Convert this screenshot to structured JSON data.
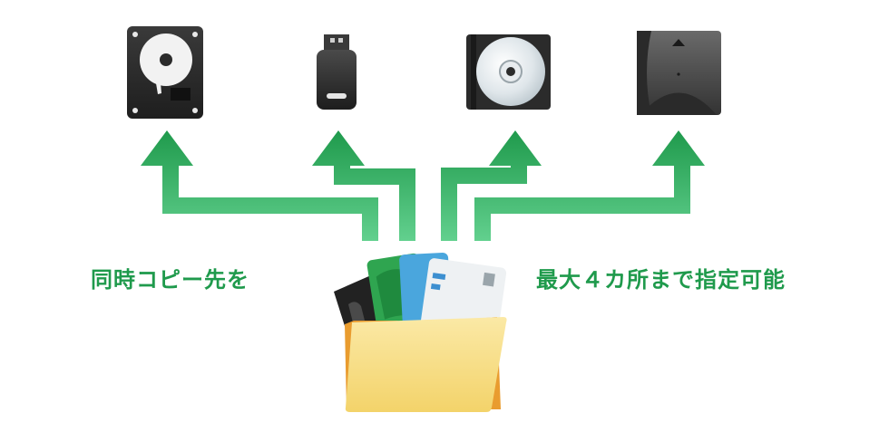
{
  "labels": {
    "left": "同時コピー先を",
    "right": "最大４カ所まで指定可能"
  },
  "destinations": [
    {
      "name": "hard-disk",
      "icon": "hard-drive-icon"
    },
    {
      "name": "usb-flash",
      "icon": "usb-drive-icon"
    },
    {
      "name": "optical-disc",
      "icon": "cd-disc-icon"
    },
    {
      "name": "tape-cartridge",
      "icon": "cartridge-icon"
    }
  ],
  "source": {
    "icon": "folder-icon"
  },
  "colors": {
    "label": "#1f9a4c",
    "arrow_top": "#1f9a4c",
    "arrow_bottom": "#5fd08c",
    "device_dark": "#2b2b2b",
    "folder": "#f7dd83"
  }
}
